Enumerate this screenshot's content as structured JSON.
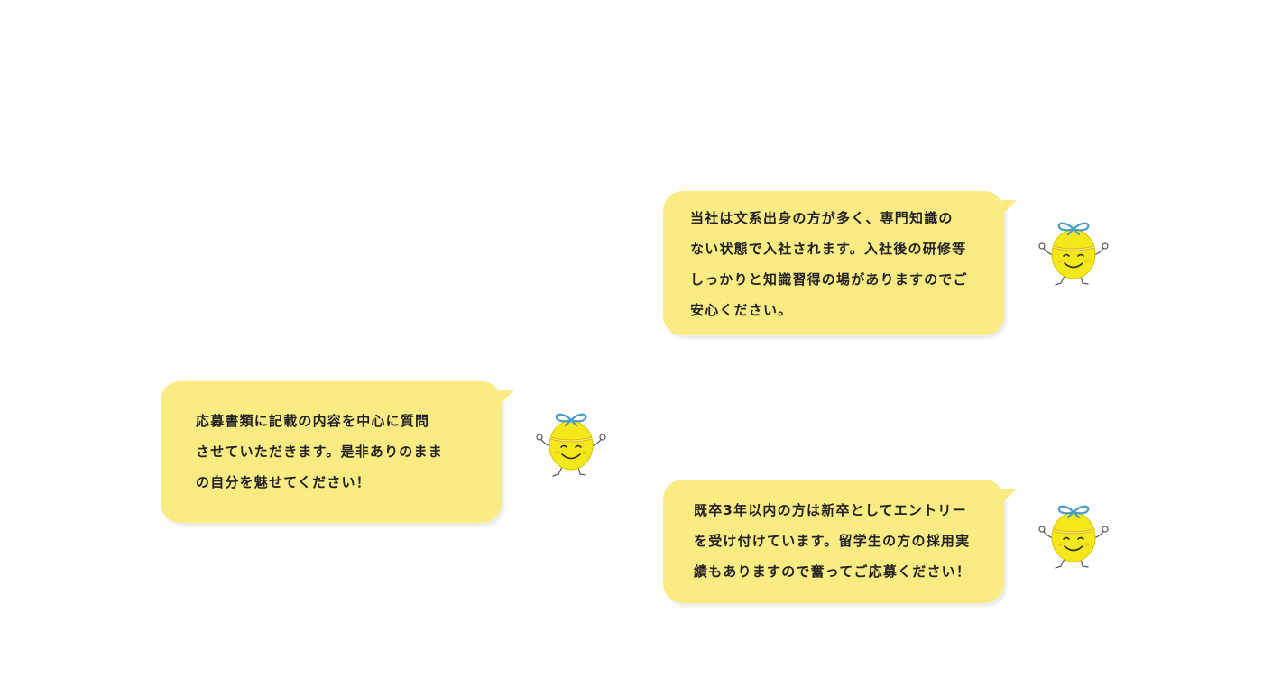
{
  "colors": {
    "bubble_fill": "#faeb82",
    "text": "#222222",
    "mascot_body": "#f5e81a",
    "mascot_ribbon": "#4a9cc4"
  },
  "bubbles": [
    {
      "lines": [
        "当社は文系出身の方が多く、専門知識の",
        "ない状態で入社されます。入社後の研修等",
        "しっかりと知識習得の場がありますのでご",
        "安心ください。"
      ]
    },
    {
      "lines": [
        "応募書類に記載の内容を中心に質問",
        "させていただきます。是非ありのまま",
        "の自分を魅せてください！"
      ]
    },
    {
      "lines": [
        "既卒3年以内の方は新卒としてエントリー",
        "を受け付けています。留学生の方の採用実",
        "績もありますので奮ってご応募ください！"
      ]
    }
  ],
  "mascot": {
    "icon": "smiling-yellow-ball-mascot-icon"
  }
}
